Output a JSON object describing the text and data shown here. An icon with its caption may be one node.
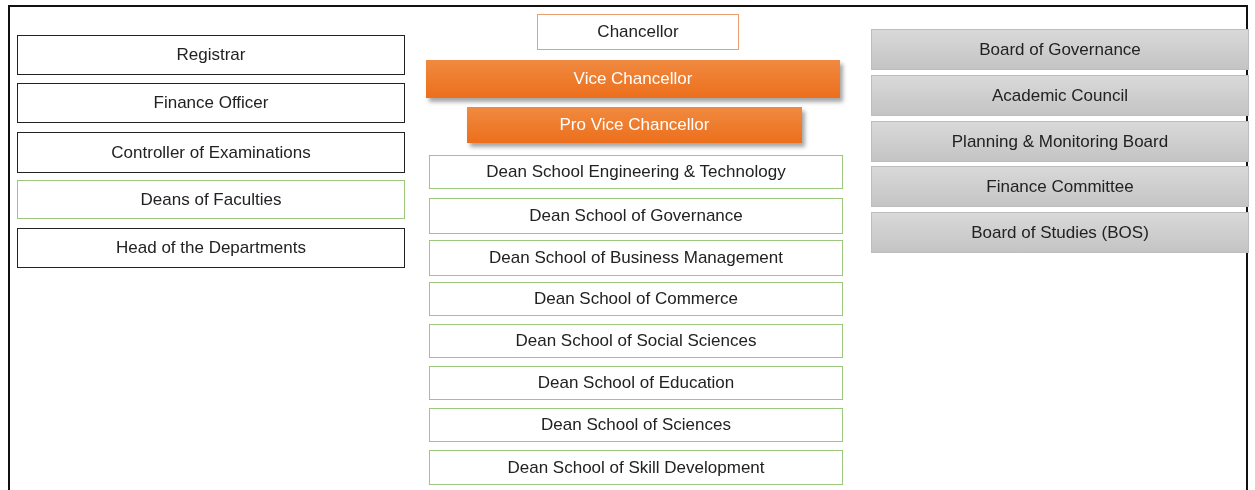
{
  "diagram": {
    "nodes": [
      {
        "text": [
          "Registrar"
        ]
      },
      {
        "text": [
          "Finance Officer"
        ]
      },
      {
        "text": [
          "Controller of Examinations"
        ]
      },
      {
        "text": [
          "Deans of Faculties"
        ]
      },
      {
        "text": [
          "Head of the Departments"
        ]
      },
      {
        "text": [
          "Chancellor"
        ]
      },
      {
        "text": [
          "Vice Chancellor"
        ]
      },
      {
        "text": [
          "Pro Vice Chancellor"
        ]
      },
      {
        "text": [
          "Dean School Engineering & Technology"
        ]
      },
      {
        "text": [
          "Dean School of Governance"
        ]
      },
      {
        "text": [
          "Dean School of Business Management"
        ]
      },
      {
        "text": [
          "Dean School of Commerce"
        ]
      },
      {
        "text": [
          "Dean School of Social Sciences"
        ]
      },
      {
        "text": [
          "Dean School of Education"
        ]
      },
      {
        "text": [
          "Dean School of Sciences"
        ]
      },
      {
        "text": [
          "Dean School of Skill Development"
        ]
      },
      {
        "text": [
          "Board of Governance"
        ]
      },
      {
        "text": [
          "Academic Council"
        ]
      },
      {
        "text": [
          "Planning & Monitoring Board"
        ]
      },
      {
        "text": [
          "Finance Committee"
        ]
      },
      {
        "text": [
          "Board of Studies (BOS)"
        ]
      }
    ]
  }
}
